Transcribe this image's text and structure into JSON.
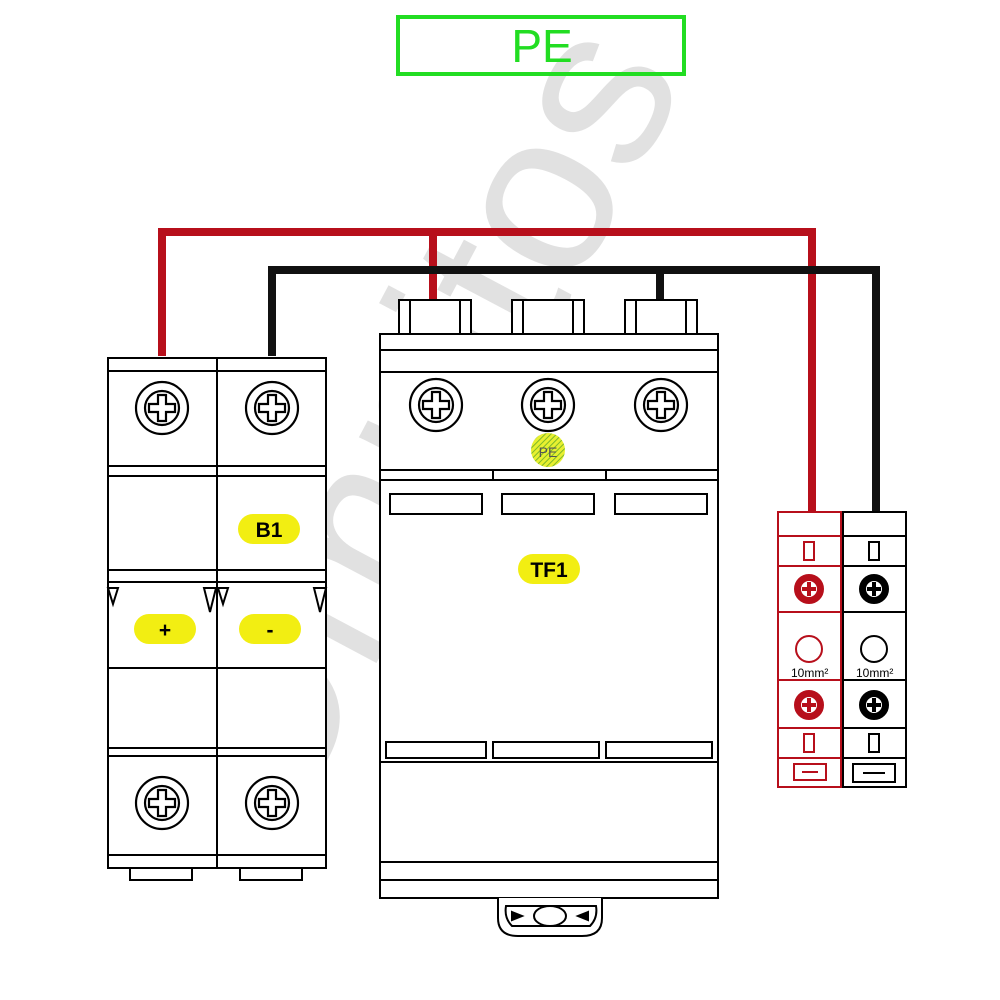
{
  "title": "PE",
  "labels": {
    "breaker": "B1",
    "plus": "+",
    "minus": "-",
    "spd": "TF1",
    "pe_badge": "PE",
    "terminal_red_size": "10mm²",
    "terminal_black_size": "10mm²"
  },
  "watermark": "Omnitos",
  "colors": {
    "title_frame": "#22dd22",
    "wire_positive": "#b70f1b",
    "wire_negative": "#111111",
    "badge_fill": "#f2ee12",
    "watermark": "#c8c8c8"
  }
}
